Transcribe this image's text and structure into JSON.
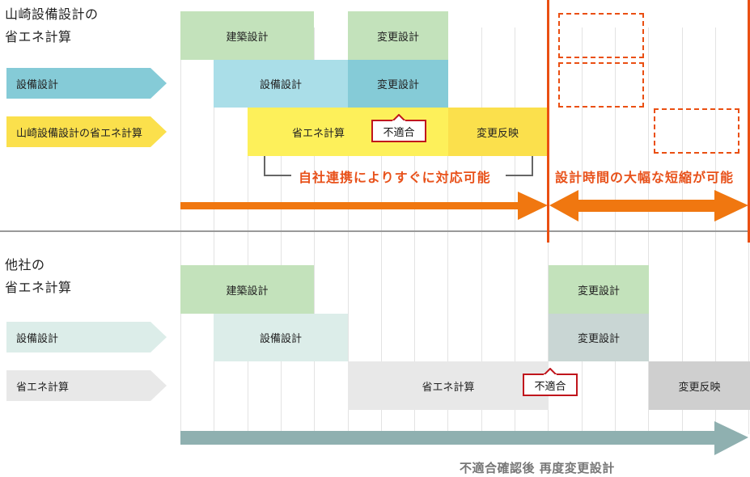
{
  "colors": {
    "accent_orange": "#f07710",
    "divider_orange": "#ea4f12",
    "callout_red": "#c0151c",
    "arch_green": "#c3e2bb",
    "equip_blue_light": "#aadee8",
    "equip_blue_dark": "#85cbd7",
    "energy_yellow": "#fdf05a",
    "energy_yellow_dark": "#fbe04c",
    "other_equip": "#dcede9",
    "other_change_equip": "#c9d6d4",
    "other_energy": "#e8e8e8",
    "other_reflect": "#cfcfcf",
    "teal_arrow": "#8fb0b0"
  },
  "top_section": {
    "title": "山崎設備設計の\n省エネ計算",
    "row_labels": [
      "設備設計",
      "山崎設備設計の省エネ計算"
    ],
    "bars": {
      "architecture": "建築設計",
      "arch_change": "変更設計",
      "equipment": "設備設計",
      "equip_change": "変更設計",
      "energy_calc": "省エネ計算",
      "reflect_change": "変更反映"
    },
    "callout": "不適合",
    "bracket_note": "自社連携によりすぐに対応可能",
    "saving_note": "設計時間の大幅な短縮が可能"
  },
  "bottom_section": {
    "title": "他社の\n省エネ計算",
    "row_labels": [
      "設備設計",
      "省エネ計算"
    ],
    "bars": {
      "architecture": "建築設計",
      "arch_change": "変更設計",
      "equipment": "設備設計",
      "equip_change": "変更設計",
      "energy_calc": "省エネ計算",
      "reflect_change": "変更反映"
    },
    "callout": "不適合",
    "footer_note": "不適合確認後 再度変更設計"
  }
}
